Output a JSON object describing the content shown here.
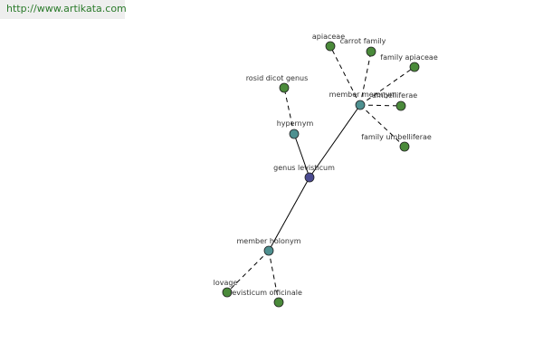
{
  "header": {
    "site_url": "http://www.artikata.com"
  },
  "colors": {
    "center": "#4a4a90",
    "relation": "#4e9090",
    "leaf": "#4a8a3a",
    "edge": "#000000"
  },
  "graph": {
    "center": {
      "id": "genus-levisticum",
      "label": "genus levisticum"
    },
    "relations": [
      {
        "id": "hypernym",
        "label": "hypernym",
        "children": [
          {
            "id": "rosid-dicot-genus",
            "label": "rosid dicot genus"
          }
        ]
      },
      {
        "id": "member-meronym",
        "label": "member meronym",
        "children": [
          {
            "id": "apiaceae",
            "label": "apiaceae"
          },
          {
            "id": "carrot-family",
            "label": "carrot family"
          },
          {
            "id": "family-apiaceae",
            "label": "family apiaceae"
          },
          {
            "id": "umbelliferae",
            "label": "umbelliferae"
          },
          {
            "id": "family-umbelliferae",
            "label": "family umbelliferae"
          }
        ]
      },
      {
        "id": "member-holonym",
        "label": "member holonym",
        "children": [
          {
            "id": "lovage",
            "label": "lovage"
          },
          {
            "id": "levisticum-officinale",
            "label": "levisticum officinale"
          }
        ]
      }
    ]
  }
}
